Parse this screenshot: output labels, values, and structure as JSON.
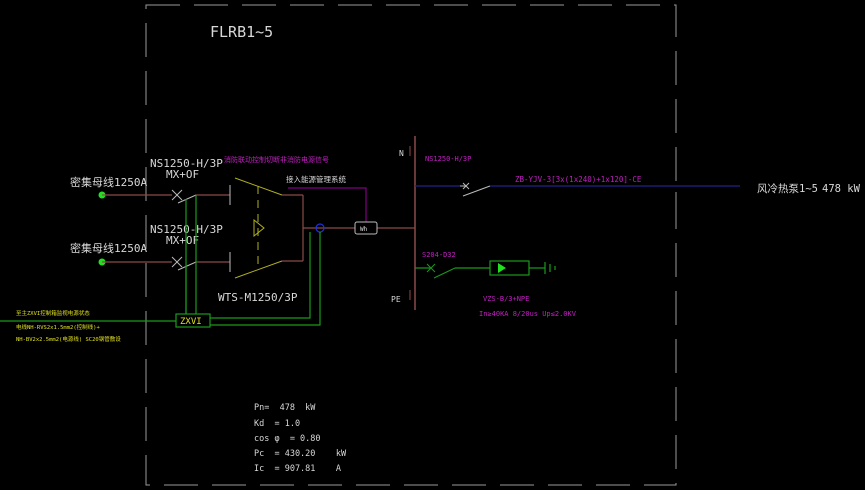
{
  "panel": {
    "title": "FLRB1~5"
  },
  "incoming": [
    {
      "label": "密集母线1250A",
      "breaker": "NS1250-H/3P",
      "accessory": "MX+OF"
    },
    {
      "label": "密集母线1250A",
      "breaker": "NS1250-H/3P",
      "accessory": "MX+OF"
    }
  ],
  "fire_signal_note": "消防联动控制切断非消防电源信号",
  "ems_note": "接入能源管理系统",
  "ats": {
    "label": "WTS-M1250/3P"
  },
  "meter": {
    "label": "Wh"
  },
  "control_module": {
    "label": "ZXVI"
  },
  "control_notes": [
    "至主ZXVI控制箱监视电源状态",
    "电线NH-RVS2x1.5mm2(控制线)+",
    "NH-BV2x2.5mm2(电源线) SC20钢管敷设"
  ],
  "busbar": {
    "n_label": "N",
    "pe_label": "PE"
  },
  "outgoing": {
    "breaker": "NS1250-H/3P",
    "cable": "ZB-YJV-3[3x(1x240)+1x120]-CE",
    "load": "风冷热泵1~5",
    "load_power": "478 kW"
  },
  "spd": {
    "breaker": "S204-D32",
    "model": "VZS-B/3+NPE",
    "spec": "In≥40KA 8/20us Up≤2.0KV"
  },
  "calc": {
    "pn": "Pn=  478  kW",
    "kd": "Kd  = 1.0",
    "cos": "cos φ  = 0.80",
    "pc": "Pc  = 430.20    kW",
    "ic": "Ic  = 907.81    A"
  },
  "colors": {
    "frame": "#9a9a9a",
    "power_line": "#8a4a4a",
    "bus": "#8a4a4a",
    "control_line": "#1a9a1a",
    "outgoing_line": "#20208a",
    "ats": "#b0b020",
    "magenta_text": "#c020c0",
    "terminal": "#20e020"
  }
}
